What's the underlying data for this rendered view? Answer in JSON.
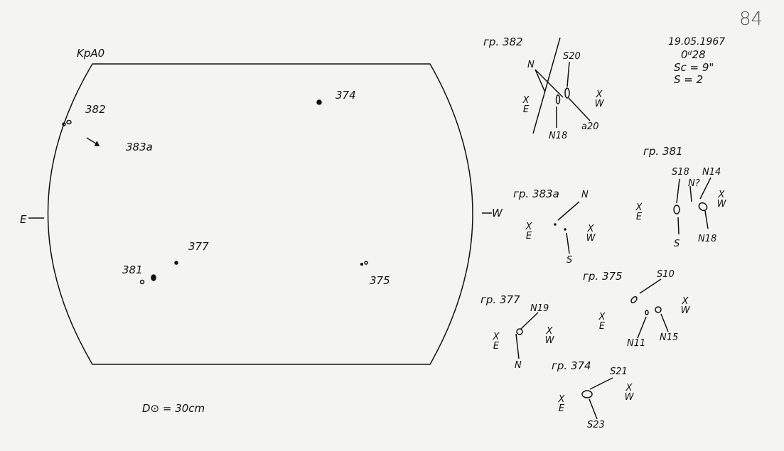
{
  "page_number": "84",
  "header": {
    "date": "19.05.1967",
    "time": "0ᵈ28",
    "scale": "Sc = 9\"",
    "s_value": "S = 2"
  },
  "disk": {
    "title": "KpA0",
    "east": "E",
    "west": "W",
    "diameter": "D⊙ = 30cm",
    "group_labels": [
      "382",
      "383a",
      "374",
      "377",
      "381",
      "375"
    ]
  },
  "groups": [
    {
      "title": "гр. 382",
      "labels": [
        "N",
        "S20",
        "N18",
        "a20"
      ]
    },
    {
      "title": "гр. 381",
      "labels": [
        "S18",
        "N14",
        "N?",
        "S",
        "N18"
      ]
    },
    {
      "title": "гр. 383a",
      "labels": [
        "N",
        "S"
      ]
    },
    {
      "title": "гр. 375",
      "labels": [
        "S10",
        "N11",
        "N15"
      ]
    },
    {
      "title": "гр. 377",
      "labels": [
        "N19",
        "N"
      ]
    },
    {
      "title": "гр. 374",
      "labels": [
        "S21",
        "S23"
      ]
    }
  ],
  "compass": {
    "x": "X",
    "e": "E",
    "w": "W"
  }
}
